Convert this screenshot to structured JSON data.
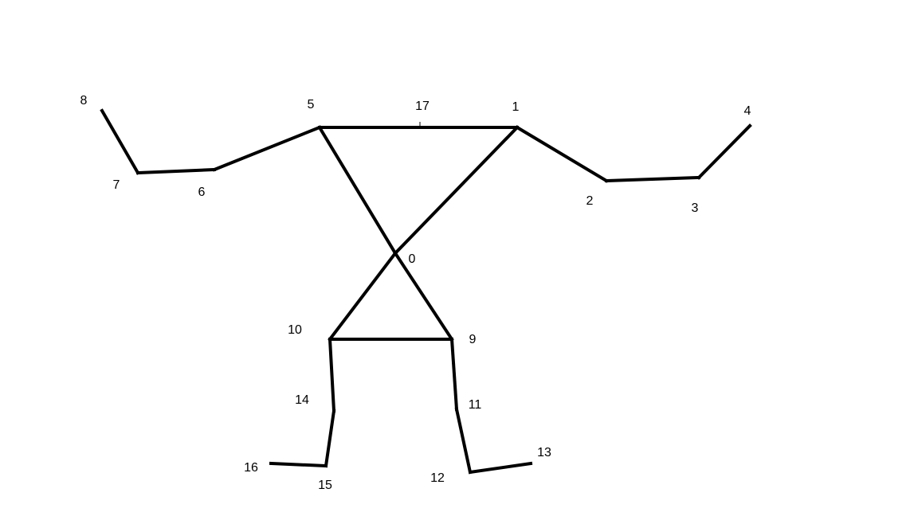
{
  "diagram": {
    "type": "skeleton-keypoints",
    "line_color": "#000000",
    "background_color": "#ffffff",
    "keypoints": [
      {
        "id": "0",
        "label": "0"
      },
      {
        "id": "1",
        "label": "1"
      },
      {
        "id": "2",
        "label": "2"
      },
      {
        "id": "3",
        "label": "3"
      },
      {
        "id": "4",
        "label": "4"
      },
      {
        "id": "5",
        "label": "5"
      },
      {
        "id": "6",
        "label": "6"
      },
      {
        "id": "7",
        "label": "7"
      },
      {
        "id": "8",
        "label": "8"
      },
      {
        "id": "9",
        "label": "9"
      },
      {
        "id": "10",
        "label": "10"
      },
      {
        "id": "11",
        "label": "11"
      },
      {
        "id": "12",
        "label": "12"
      },
      {
        "id": "13",
        "label": "13"
      },
      {
        "id": "14",
        "label": "14"
      },
      {
        "id": "15",
        "label": "15"
      },
      {
        "id": "16",
        "label": "16"
      },
      {
        "id": "17",
        "label": "17"
      }
    ],
    "connections": [
      [
        "5",
        "17"
      ],
      [
        "17",
        "1"
      ],
      [
        "1",
        "2"
      ],
      [
        "2",
        "3"
      ],
      [
        "3",
        "4"
      ],
      [
        "5",
        "6"
      ],
      [
        "6",
        "7"
      ],
      [
        "7",
        "8"
      ],
      [
        "5",
        "0"
      ],
      [
        "1",
        "0"
      ],
      [
        "0",
        "10"
      ],
      [
        "0",
        "9"
      ],
      [
        "10",
        "9"
      ],
      [
        "9",
        "11"
      ],
      [
        "11",
        "12"
      ],
      [
        "12",
        "13"
      ],
      [
        "10",
        "14"
      ],
      [
        "14",
        "15"
      ],
      [
        "15",
        "16"
      ]
    ]
  }
}
